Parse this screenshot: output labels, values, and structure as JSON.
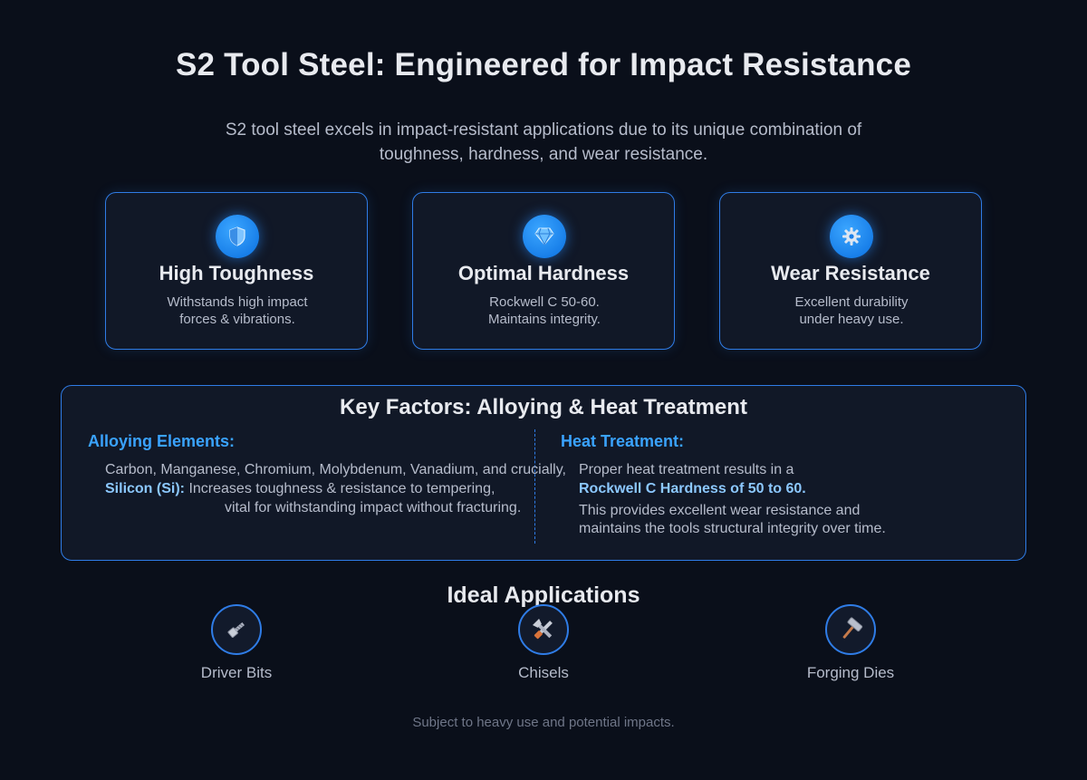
{
  "header": {
    "title": "S2 Tool Steel: Engineered for Impact Resistance",
    "subtitle": "S2 tool steel excels in impact-resistant applications due to its unique combination of toughness, hardness, and wear resistance."
  },
  "cards": [
    {
      "icon": "shield-icon",
      "title": "High Toughness",
      "desc": "Withstands high impact\nforces & vibrations."
    },
    {
      "icon": "diamond-icon",
      "title": "Optimal Hardness",
      "desc": "Rockwell C 50-60.\nMaintains integrity."
    },
    {
      "icon": "gear-icon",
      "title": "Wear Resistance",
      "desc": "Excellent durability\nunder heavy use."
    }
  ],
  "factors": {
    "title": "Key Factors: Alloying & Heat Treatment",
    "alloying": {
      "heading": "Alloying Elements:",
      "line1": "Carbon, Manganese, Chromium, Molybdenum, Vanadium, and crucially,",
      "silicon_label": "Silicon (Si):",
      "silicon_text": " Increases toughness & resistance to tempering,",
      "line3": "vital for withstanding impact without fracturing."
    },
    "heat": {
      "heading": "Heat Treatment:",
      "line1": "Proper heat treatment results in a",
      "highlight": "Rockwell C Hardness of 50 to 60.",
      "line3": "This provides excellent wear resistance and",
      "line4": "maintains the tools structural integrity over time."
    }
  },
  "applications": {
    "title": "Ideal Applications",
    "items": [
      {
        "icon": "bolt-icon",
        "label": "Driver Bits"
      },
      {
        "icon": "tools-icon",
        "label": "Chisels"
      },
      {
        "icon": "hammer-icon",
        "label": "Forging Dies"
      }
    ]
  },
  "footer": "Subject to heavy use and potential impacts.",
  "colors": {
    "accent": "#2f7ce6",
    "highlight": "#3aa3ff",
    "background": "#0a0f1a"
  }
}
